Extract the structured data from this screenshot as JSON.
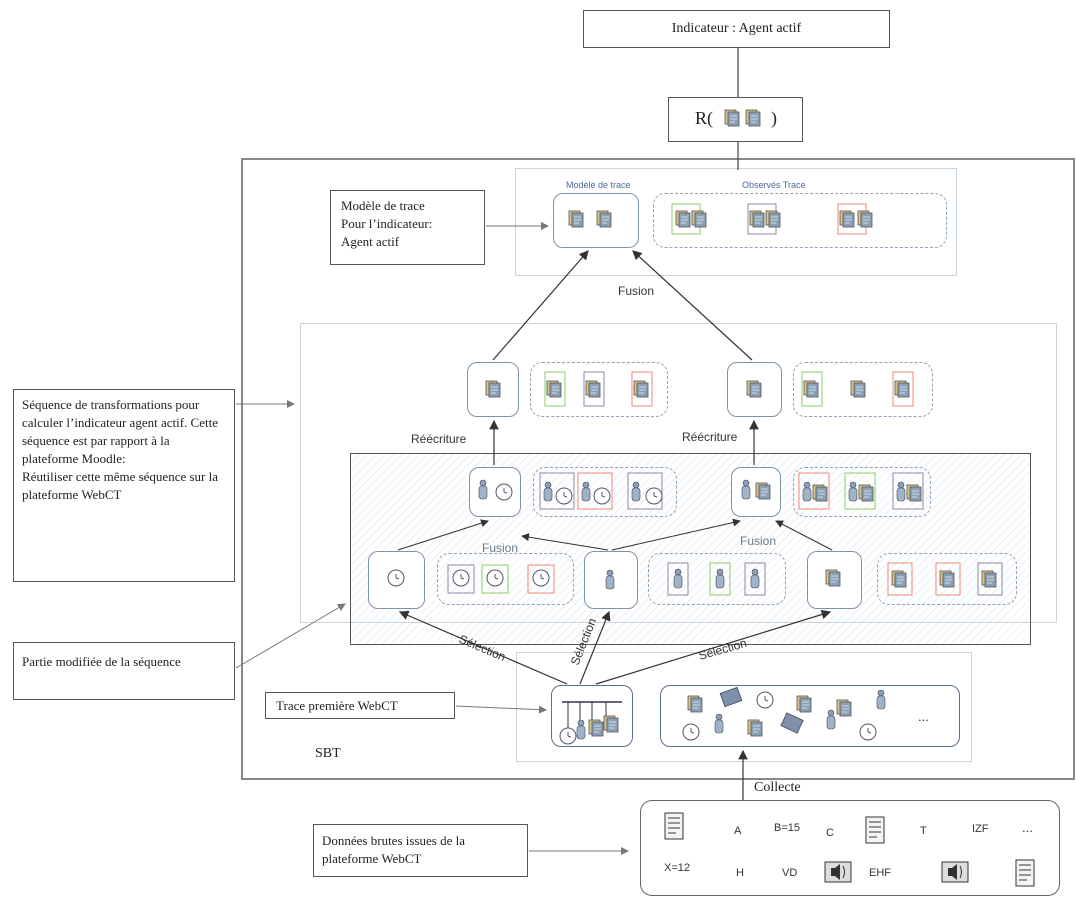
{
  "top_indicator": "Indicateur : Agent actif",
  "r_label_prefix": "R(",
  "r_label_suffix": ")",
  "model_box_lines": [
    "Modèle de trace",
    "Pour l’indicateur:",
    " Agent actif"
  ],
  "model_trace_caption": "Modèle de trace",
  "observed_trace_caption": "Observés Trace",
  "fusion_top": "Fusion",
  "sequence_box_text": "Séquence de transformations pour calculer l’indicateur agent actif. Cette séquence est par rapport à la plateforme Moodle:\nRéutiliser cette même séquence sur la plateforme WebCT",
  "rewrite_left": "Réécriture",
  "rewrite_right": "Réécriture",
  "fusion_mid_left": "Fusion",
  "fusion_mid_right": "Fusion",
  "partie_box_text": "Partie modifiée de la séquence",
  "selection_left": "Sélection",
  "selection_mid": "Sélection",
  "selection_right": "Sélection",
  "trace_premiere": "Trace première WebCT",
  "sbt_label": "SBT",
  "ellipsis_trace": "...",
  "collecte_label": "Collecte",
  "raw_data_box_text": "Données brutes issues de la plateforme WebCT",
  "raw_items_row1": [
    "A",
    "B=15",
    "C",
    "T",
    "IZF",
    "..."
  ],
  "raw_items_row2": [
    "X=12",
    "H",
    "VD",
    "EHF"
  ]
}
